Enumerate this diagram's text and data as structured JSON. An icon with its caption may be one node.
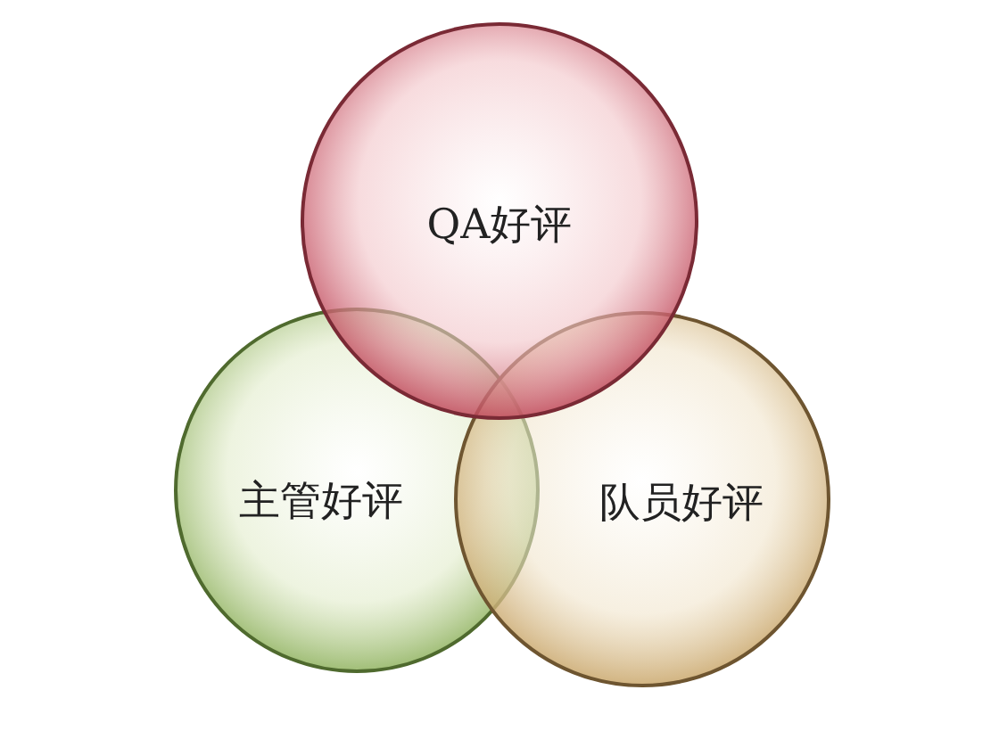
{
  "diagram": {
    "nodes": [
      {
        "text": [
          "QA好评"
        ]
      },
      {
        "text": [
          "主管好评"
        ]
      },
      {
        "text": [
          "队员好评"
        ]
      }
    ]
  }
}
